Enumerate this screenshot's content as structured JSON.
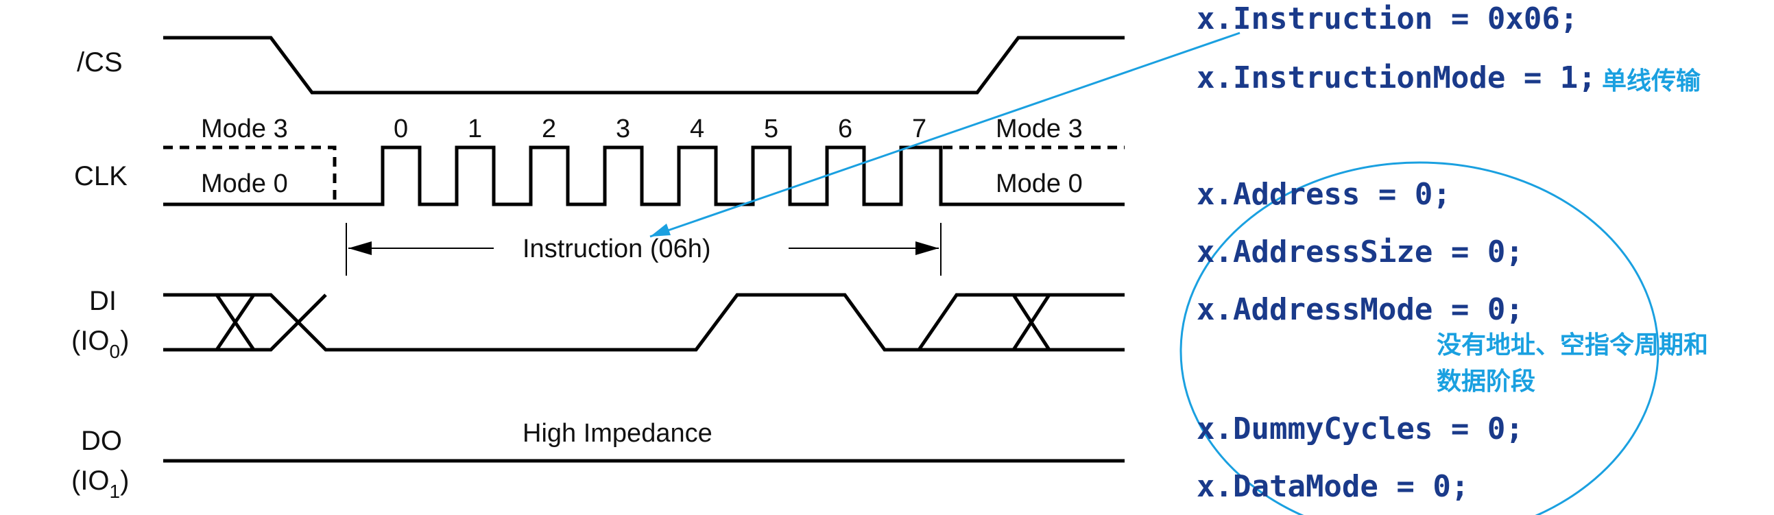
{
  "signals": {
    "cs": "/CS",
    "clk": "CLK",
    "di": "DI",
    "di_sub_pre": "(IO",
    "di_sub": "0",
    "di_sub_post": ")",
    "do": "DO",
    "do_sub_pre": "(IO",
    "do_sub": "1",
    "do_sub_post": ")"
  },
  "clock": {
    "mode3_left": "Mode 3",
    "mode0_left": "Mode 0",
    "mode3_right": "Mode 3",
    "mode0_right": "Mode 0",
    "cycles": [
      "0",
      "1",
      "2",
      "3",
      "4",
      "5",
      "6",
      "7"
    ]
  },
  "instruction_label": "Instruction (06h)",
  "high_impedance": "High Impedance",
  "code": [
    "x.Instruction = 0x06;",
    "x.InstructionMode = 1;",
    "x.Address = 0;",
    "x.AddressSize = 0;",
    "x.AddressMode = 0;",
    "x.DummyCycles = 0;",
    "x.DataMode = 0;"
  ],
  "notes": {
    "single_line": "单线传输",
    "no_phases_line1": "没有地址、空指令周期和",
    "no_phases_line2": "数据阶段"
  },
  "colors": {
    "code_text": "#1a3a8a",
    "annotation": "#1aa0e0",
    "waveform": "#000000"
  }
}
